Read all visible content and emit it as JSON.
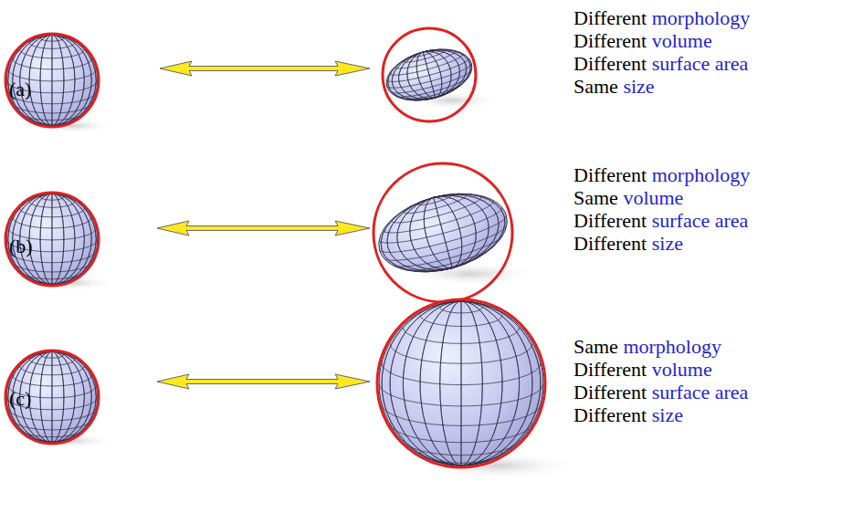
{
  "diagram": {
    "labels": [
      "(a)",
      "Different morphology",
      "Different volume",
      "Different surface area",
      "Same size",
      "(b)",
      "Different morphology",
      "Same volume",
      "Different surface area",
      "Different size",
      "(c)",
      "Same morphology",
      "Different volume",
      "Different surface area",
      "Different size"
    ]
  }
}
